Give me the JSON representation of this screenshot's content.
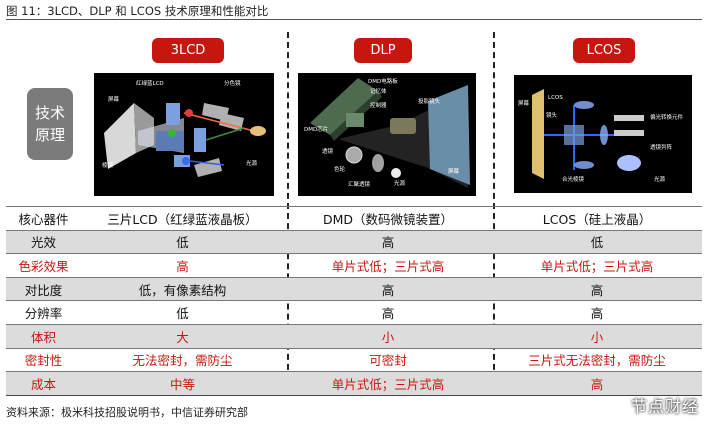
{
  "title": "图 11：3LCD、DLP 和 LCOS 技术原理和性能对比",
  "columns": [
    "3LCD",
    "DLP",
    "LCOS"
  ],
  "side_label": "技术\n原理",
  "diagram_labels": {
    "lcd": [
      "红绿蓝LCD",
      "分色镜",
      "屏幕",
      "棱镜",
      "光源"
    ],
    "dlp": [
      "DMD电路板",
      "记忆体",
      "控制器",
      "投影镜头",
      "DMD芯片",
      "透镜",
      "色轮",
      "汇聚透镜",
      "光源",
      "屏幕"
    ],
    "lcos": [
      "屏幕",
      "LCOS",
      "镜头",
      "合光棱镜",
      "偏光转换元件",
      "透镜列阵",
      "光源"
    ]
  },
  "rows": [
    {
      "label": "核心器件",
      "values": [
        "三片LCD（红绿蓝液晶板）",
        "DMD（数码微镜装置）",
        "LCOS（硅上液晶）"
      ],
      "label_red": false,
      "value_red": [
        false,
        false,
        false
      ],
      "shade": false
    },
    {
      "label": "光效",
      "values": [
        "低",
        "高",
        "低"
      ],
      "label_red": false,
      "value_red": [
        false,
        false,
        false
      ],
      "shade": true
    },
    {
      "label": "色彩效果",
      "values": [
        "高",
        "单片式低；三片式高",
        "单片式低；三片式高"
      ],
      "label_red": true,
      "value_red": [
        true,
        true,
        true
      ],
      "shade": false
    },
    {
      "label": "对比度",
      "values": [
        "低，有像素结构",
        "高",
        "高"
      ],
      "label_red": false,
      "value_red": [
        false,
        false,
        false
      ],
      "shade": true
    },
    {
      "label": "分辨率",
      "values": [
        "低",
        "高",
        "高"
      ],
      "label_red": false,
      "value_red": [
        false,
        false,
        false
      ],
      "shade": false
    },
    {
      "label": "体积",
      "values": [
        "大",
        "小",
        "小"
      ],
      "label_red": true,
      "value_red": [
        true,
        true,
        true
      ],
      "shade": true
    },
    {
      "label": "密封性",
      "values": [
        "无法密封，需防尘",
        "可密封",
        "三片式无法密封，需防尘"
      ],
      "label_red": true,
      "value_red": [
        true,
        true,
        true
      ],
      "shade": false
    },
    {
      "label": "成本",
      "values": [
        "中等",
        "单片式低；三片式高",
        "高"
      ],
      "label_red": true,
      "value_red": [
        true,
        true,
        true
      ],
      "shade": true
    }
  ],
  "source": "资料来源：极米科技招股说明书，中信证券研究部",
  "watermark": "节点财经"
}
